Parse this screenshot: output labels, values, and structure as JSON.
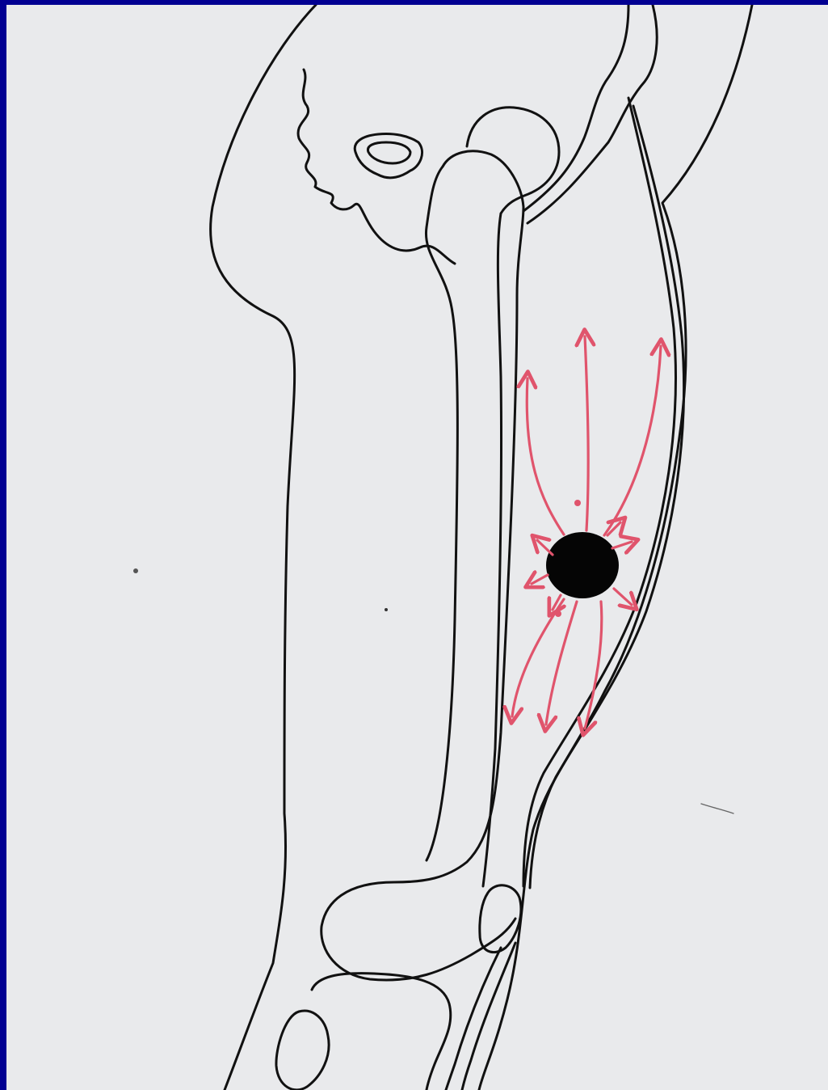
{
  "figure": {
    "subject": "leg-outline-illustration",
    "colors": {
      "frame": "#020092",
      "paper": "#e9eaec",
      "ink": "#111111",
      "arrows": "#e0546c",
      "lesion": "#050505"
    },
    "arrows": {
      "upward_count": 3,
      "downward_count": 3,
      "radial_count": 6
    }
  }
}
